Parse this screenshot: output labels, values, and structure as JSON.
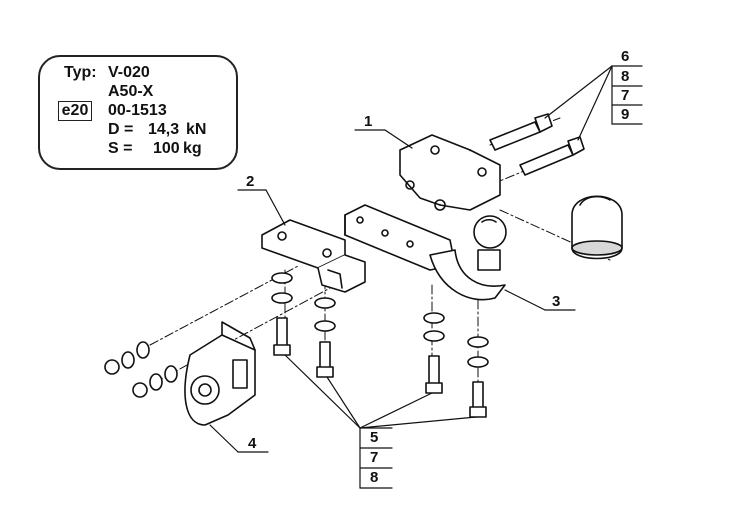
{
  "spec": {
    "typ_label": "Typ:",
    "typ_value": "V-020",
    "model": "A50-X",
    "cert_mark": "e20",
    "cert_number": "00-1513",
    "d_label": "D =",
    "d_value": "14,3",
    "d_unit": "kN",
    "s_label": "S =",
    "s_value": "100",
    "s_unit": "kg"
  },
  "callouts": {
    "c1": "1",
    "c2": "2",
    "c3": "3",
    "c4": "4"
  },
  "ref_group_top": [
    "6",
    "8",
    "7",
    "9"
  ],
  "ref_group_bottom": [
    "5",
    "7",
    "8"
  ],
  "colors": {
    "line": "#111111",
    "fill": "#ffffff",
    "shade": "#d8d8d8"
  }
}
